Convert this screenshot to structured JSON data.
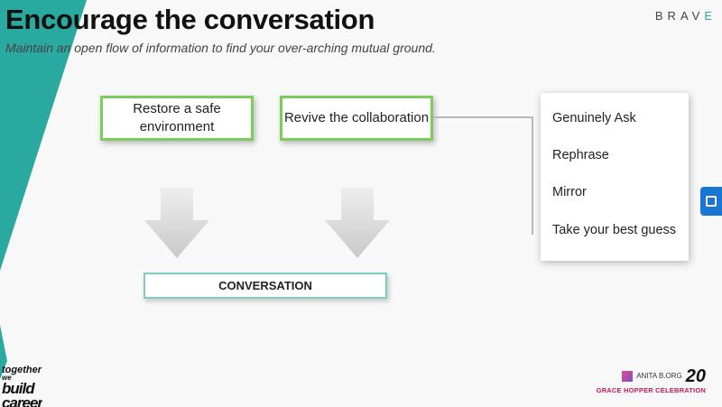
{
  "slide": {
    "title": "Encourage the conversation",
    "subtitle": "Maintain an open flow of information to find your over-arching mutual ground."
  },
  "brand": {
    "text": "BRAV",
    "faded": "E"
  },
  "flow": {
    "box1": "Restore a safe environment",
    "box2": "Revive the collaboration",
    "result": "CONVERSATION"
  },
  "panel": {
    "items": [
      "Genuinely Ask",
      "Rephrase",
      "Mirror",
      "Take your best guess"
    ]
  },
  "footer": {
    "left_line1": "together",
    "left_line2": "we",
    "left_line3": "build",
    "left_line4": "career",
    "logo_text": "ANITA B.ORG",
    "logo_year": "20",
    "event": "GRACE HOPPER CELEBRATION"
  },
  "colors": {
    "accent_teal": "#2aa9a0",
    "box_border_green": "#7ccc5c",
    "result_border": "#7ccfbf",
    "side_button": "#1976d2"
  },
  "icons": {
    "side_button": "screen-share-icon"
  }
}
